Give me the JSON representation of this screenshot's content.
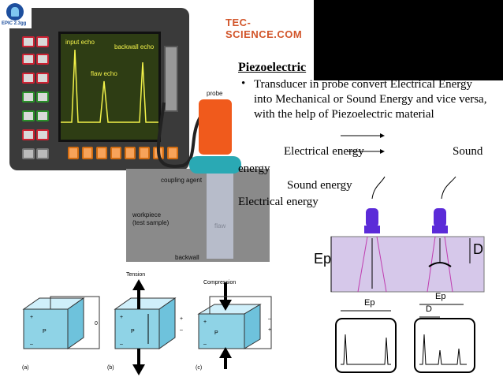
{
  "logo": {
    "text": "EPIC 2.3gg",
    "icon": "logo-icon"
  },
  "brand": {
    "text": "TEC-SCIENCE.COM"
  },
  "device": {
    "input_echo": "input echo",
    "backwall_echo": "backwall echo",
    "flaw_echo": "flaw echo",
    "probe": "probe",
    "coupling_agent": "coupling agent",
    "workpiece": "workpiece",
    "test_sample": "(test sample)",
    "flaw": "flaw",
    "backwall": "backwall"
  },
  "slide": {
    "heading": "Piezoelectric",
    "bullet": "•",
    "bullet_text": "Transducer in probe convert Electrical Energy into Mechanical or Sound Energy and vice versa, with the help of Piezoelectric material",
    "line_elec": "Electrical energy",
    "line_sound": "Sound",
    "line_energy": "energy",
    "line_sound2": "Sound energy",
    "line_elec2": "Electrical energy"
  },
  "piezo": {
    "tension": "Tension",
    "compression": "Compression",
    "p": "P",
    "plus": "+",
    "minus": "–",
    "zero": "0",
    "a": "(a)",
    "b": "(b)",
    "c": "(c)"
  },
  "schema": {
    "ep": "Ep",
    "d": "D",
    "ep_small": "Ep",
    "ep_small2": "Ep",
    "d_small": "D"
  },
  "colors": {
    "probe": "#f05a1c",
    "purple": "#5b2bd8",
    "piezo_box": "#8fd3e6"
  }
}
